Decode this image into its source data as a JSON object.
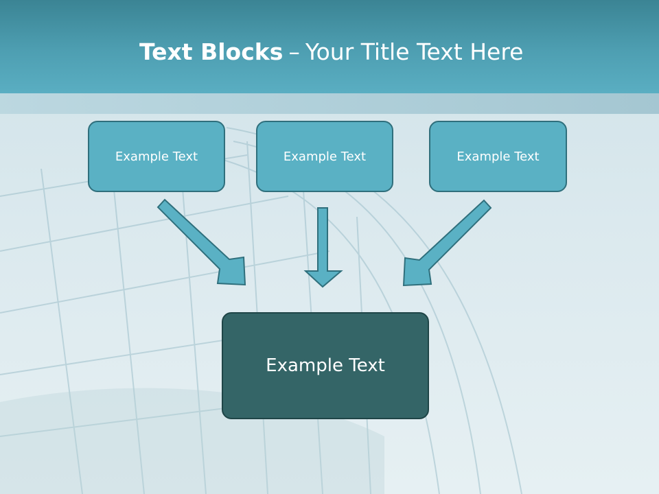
{
  "slide": {
    "title_bold": "Text Blocks",
    "title_separator": "–",
    "title_rest": "Your Title Text Here"
  },
  "diagram": {
    "top_blocks": [
      {
        "label": "Example Text"
      },
      {
        "label": "Example Text"
      },
      {
        "label": "Example Text"
      }
    ],
    "center_block": {
      "label": "Example Text"
    }
  },
  "colors": {
    "header": "#4e9fb2",
    "top_block_fill": "#5ab1c4",
    "top_block_border": "#2f6f7c",
    "center_block_fill": "#346567",
    "arrow_fill": "#5ab1c4",
    "arrow_stroke": "#2f6f7c"
  }
}
